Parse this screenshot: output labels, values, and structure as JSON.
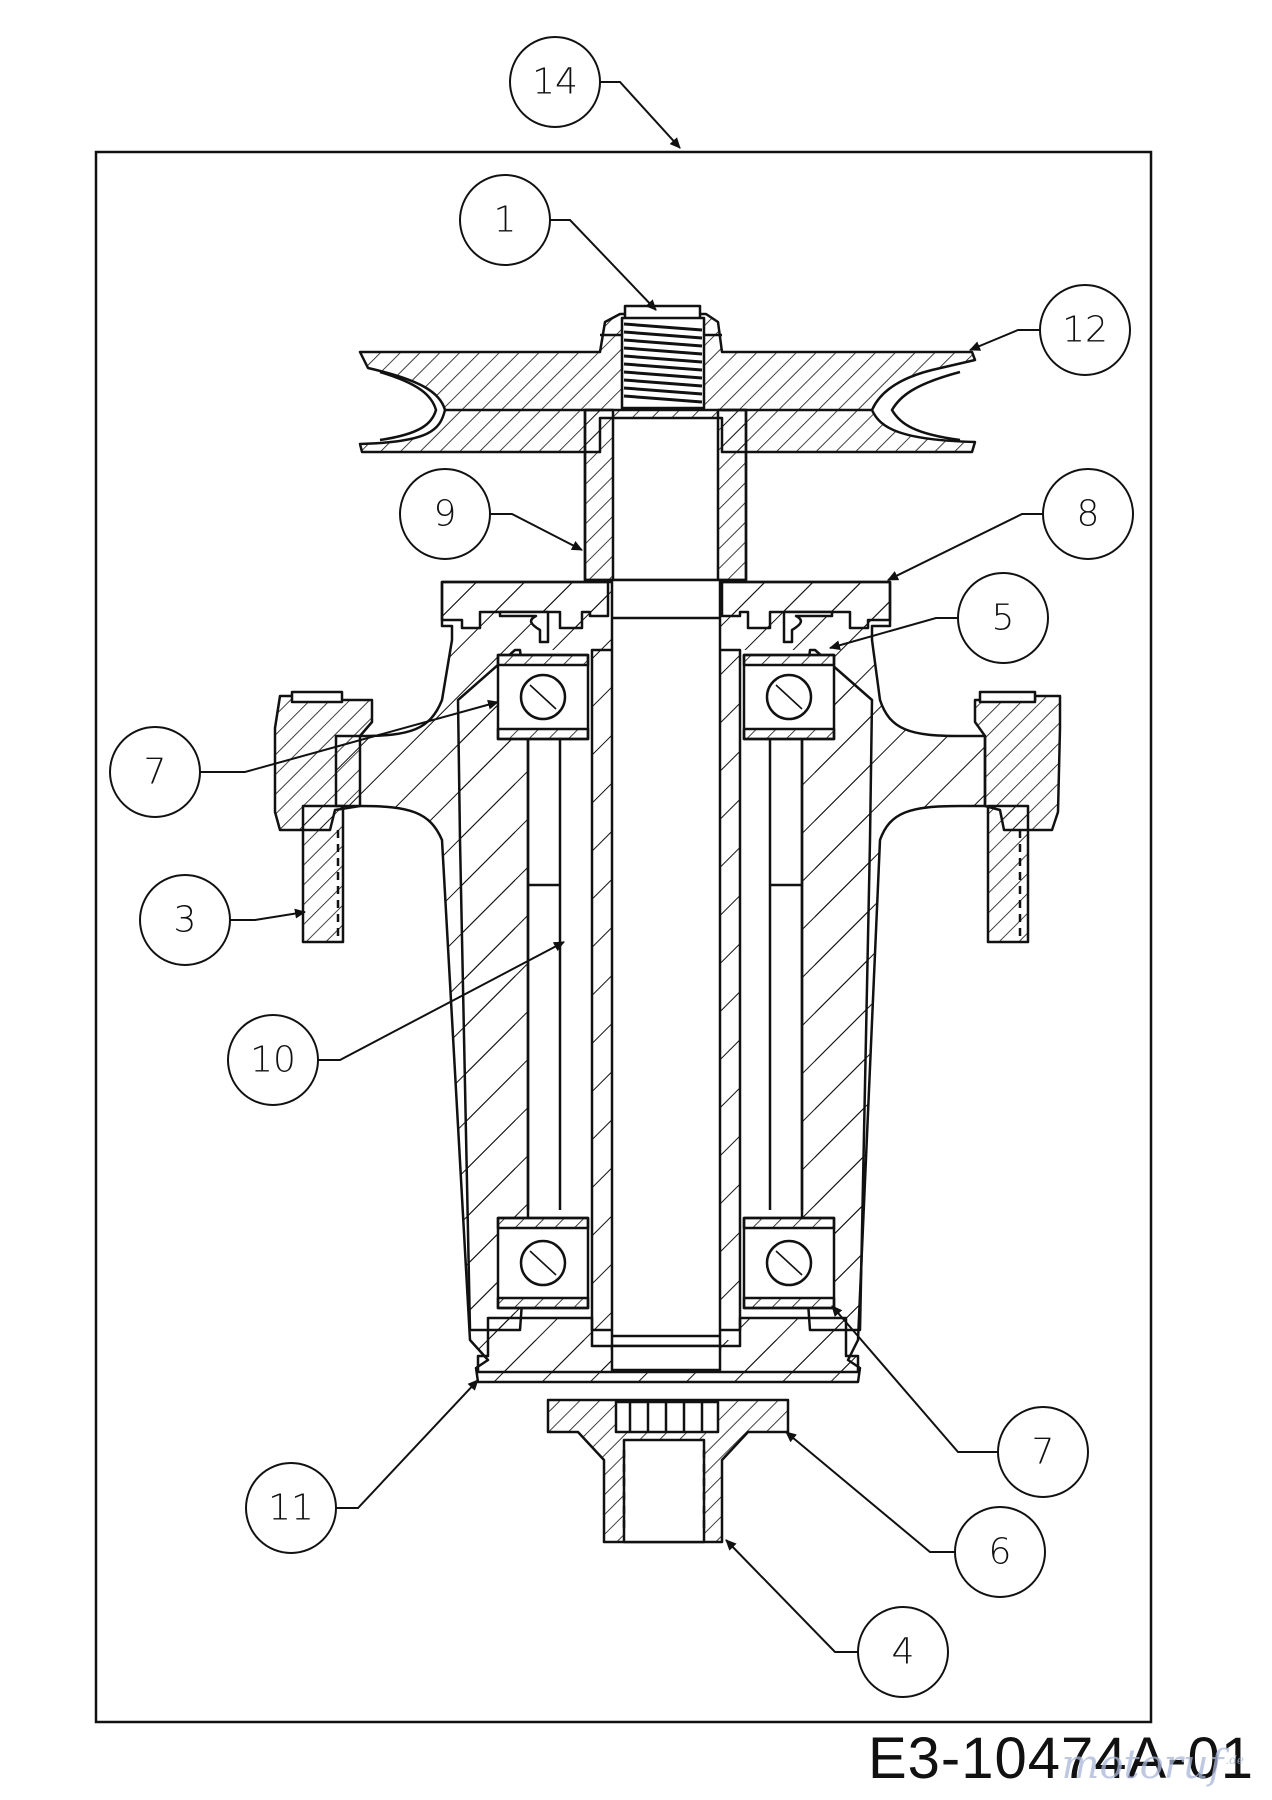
{
  "diagram": {
    "callouts": [
      {
        "id": "callout-14",
        "label": "14"
      },
      {
        "id": "callout-1",
        "label": "1"
      },
      {
        "id": "callout-12",
        "label": "12"
      },
      {
        "id": "callout-9",
        "label": "9"
      },
      {
        "id": "callout-8",
        "label": "8"
      },
      {
        "id": "callout-5",
        "label": "5"
      },
      {
        "id": "callout-7-upper",
        "label": "7"
      },
      {
        "id": "callout-3",
        "label": "3"
      },
      {
        "id": "callout-10",
        "label": "10"
      },
      {
        "id": "callout-7-lower",
        "label": "7"
      },
      {
        "id": "callout-11",
        "label": "11"
      },
      {
        "id": "callout-6",
        "label": "6"
      },
      {
        "id": "callout-4",
        "label": "4"
      }
    ],
    "reference_code": "E3-10474A-01",
    "watermark": "motoruf",
    "watermark_suffix": ".de"
  }
}
